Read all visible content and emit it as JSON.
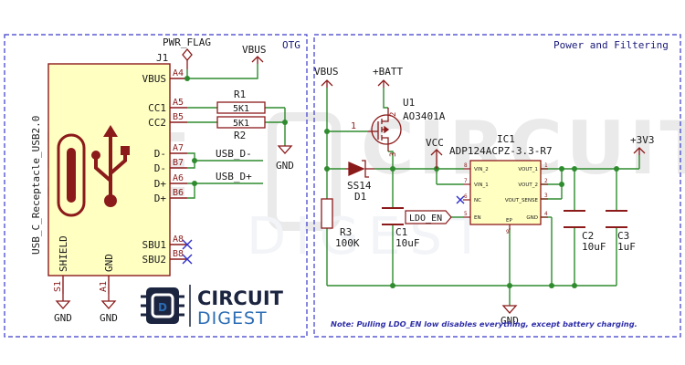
{
  "colors": {
    "wire": "#2e8b2e",
    "symbol": "#8b1a1a",
    "text": "#1a1a1a",
    "pin_text": "#8b1a1a",
    "frame": "#3a3acc",
    "connector_fill": "#ffffc2",
    "ic_fill": "#ffffc2",
    "junction": "#2e8b2e",
    "nc_mark": "#3030cc",
    "note_text": "#3030aa",
    "watermark": "#d9d9d9",
    "brand_dark": "#1c2540",
    "brand_blue": "#2a6cb5"
  },
  "panels": {
    "otg_title": "OTG",
    "power_title": "Power and Filtering"
  },
  "connector": {
    "ref": "J1",
    "value": "USB_C_Receptacle_USB2.0",
    "pin_vbus": "VBUS",
    "pin_cc1": "CC1",
    "pin_cc2": "CC2",
    "pin_dm1": "D-",
    "pin_dm2": "D-",
    "pin_dp1": "D+",
    "pin_dp2": "D+",
    "pin_sbu1": "SBU1",
    "pin_sbu2": "SBU2",
    "pin_shield": "SHIELD",
    "pin_gnd": "GND",
    "num_a4": "A4",
    "num_a5": "A5",
    "num_b5": "B5",
    "num_a7": "A7",
    "num_b7": "B7",
    "num_a6": "A6",
    "num_b6": "B6",
    "num_a8": "A8",
    "num_b8": "B8",
    "num_s1": "S1",
    "num_a1": "A1"
  },
  "otg": {
    "pwr_flag": "PWR_FLAG",
    "vbus": "VBUS",
    "r1_ref": "R1",
    "r1_value": "5K1",
    "r2_ref": "R2",
    "r2_value": "5K1",
    "gnd_cc": "GND",
    "usb_dm": "USB_D-",
    "usb_dp": "USB_D+",
    "gnd_shield": "GND",
    "gnd_a1": "GND"
  },
  "power": {
    "vbus": "VBUS",
    "batt": "+BATT",
    "u1_ref": "U1",
    "u1_value": "AO3401A",
    "q_pin1": "1",
    "q_pin2": "2",
    "q_pin3": "3",
    "vcc": "VCC",
    "ic1_ref": "IC1",
    "ic1_value": "ADP124ACPZ-3.3-R7",
    "v3v3": "+3V3",
    "d1_ref": "D1",
    "d1_value": "SS14",
    "r3_ref": "R3",
    "r3_value": "100K",
    "c1_ref": "C1",
    "c1_value": "10uF",
    "c2_ref": "C2",
    "c2_value": "10uF",
    "c3_ref": "C3",
    "c3_value": "1uF",
    "ldo_en": "LDO_EN",
    "gnd": "GND",
    "ic_vin2": "VIN_2",
    "ic_vin1": "VIN_1",
    "ic_nc": "NC",
    "ic_en": "EN",
    "ic_vout1": "VOUT_1",
    "ic_vout2": "VOUT_2",
    "ic_vsense": "VOUT_SENSE",
    "ic_gnd": "GND",
    "ic_ep": "EP",
    "ic_pin1": "1",
    "ic_pin2": "2",
    "ic_pin3": "3",
    "ic_pin4": "4",
    "ic_pin5": "5",
    "ic_pin6": "6",
    "ic_pin7": "7",
    "ic_pin8": "8",
    "ic_pin9": "9",
    "note": "Note: Pulling LDO_EN low disables everything, except battery charging."
  },
  "branding": {
    "watermark_word1": "CIRCUIT",
    "watermark_word2": "DIGEST",
    "logo_word1": "CIRCUIT",
    "logo_word2": "DIGEST"
  }
}
